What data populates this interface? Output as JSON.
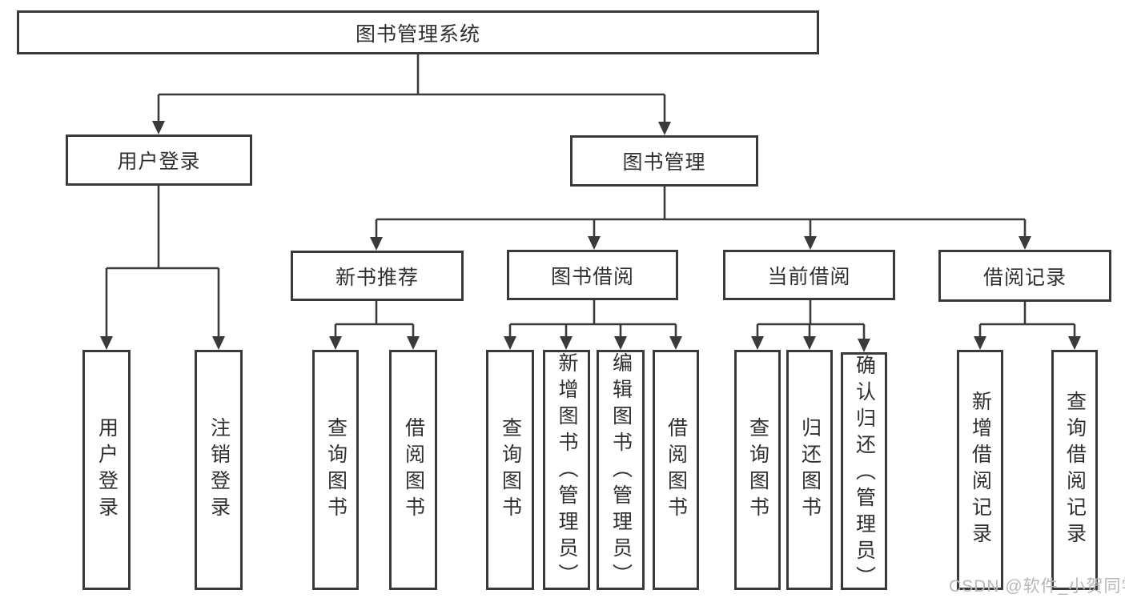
{
  "tree": {
    "label": "图书管理系统",
    "children": [
      {
        "label": "用户登录",
        "children": [
          {
            "label": "用户登录"
          },
          {
            "label": "注销登录"
          }
        ]
      },
      {
        "label": "图书管理",
        "children": [
          {
            "label": "新书推荐",
            "children": [
              {
                "label": "查询图书"
              },
              {
                "label": "借阅图书"
              }
            ]
          },
          {
            "label": "图书借阅",
            "children": [
              {
                "label": "查询图书"
              },
              {
                "label": "新增图书（管理员）"
              },
              {
                "label": "编辑图书（管理员）"
              },
              {
                "label": "借阅图书"
              }
            ]
          },
          {
            "label": "当前借阅",
            "children": [
              {
                "label": "查询图书"
              },
              {
                "label": "归还图书"
              },
              {
                "label": "确认归还（管理员）"
              }
            ]
          },
          {
            "label": "借阅记录",
            "children": [
              {
                "label": "新增借阅记录"
              },
              {
                "label": "查询借阅记录"
              }
            ]
          }
        ]
      }
    ]
  },
  "watermark": {
    "text": "CSDN @软件_小贺同学"
  },
  "colors": {
    "line": "#3a3a3a",
    "text": "#303030",
    "watermark": "#b8b8b8",
    "background": "#ffffff"
  }
}
